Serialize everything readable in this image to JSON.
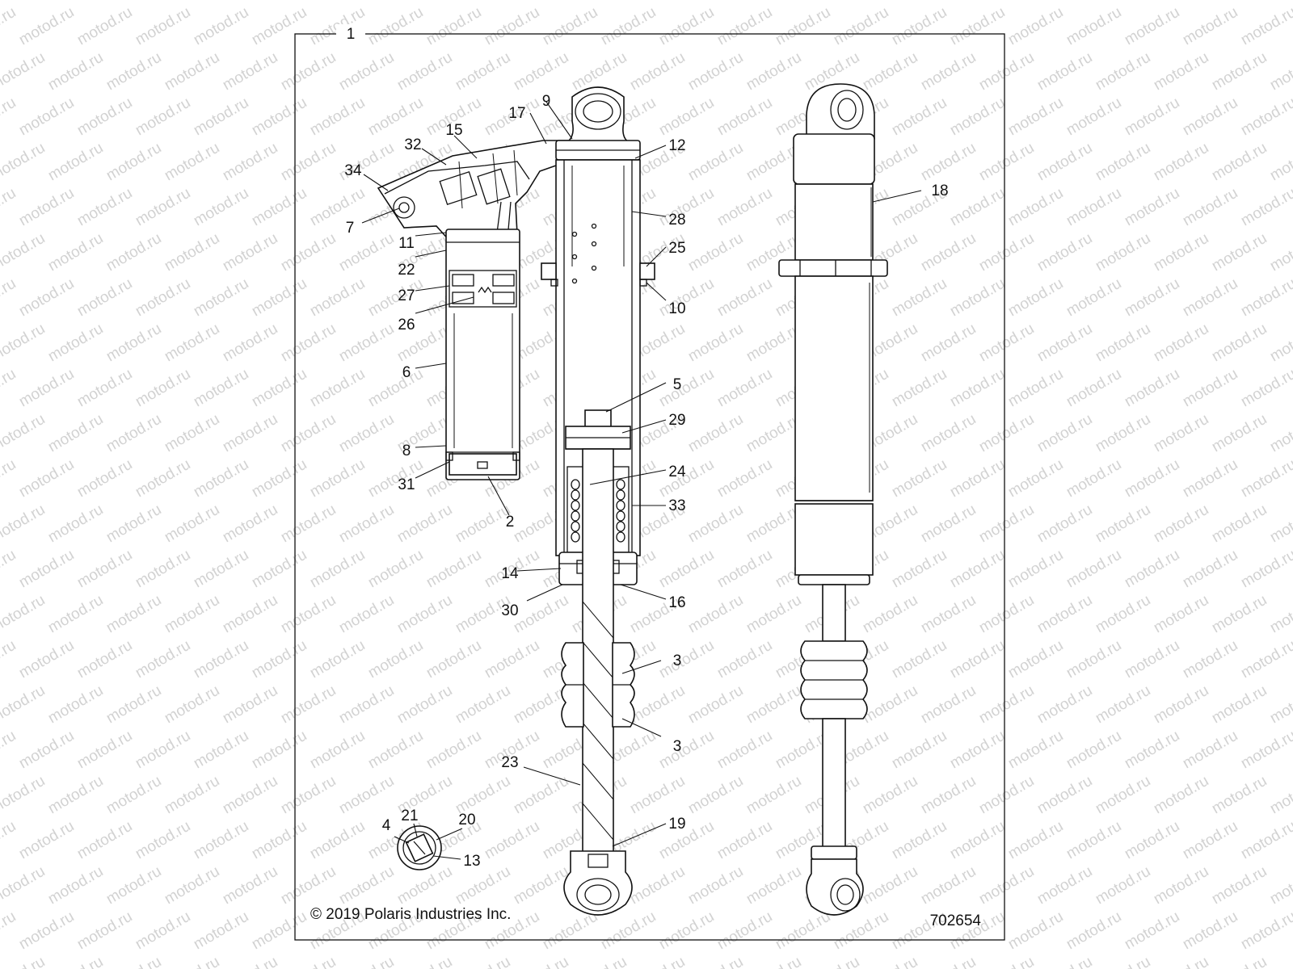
{
  "diagram": {
    "watermark": "motod.ru",
    "copyright": "© 2019 Polaris Industries Inc.",
    "figure_number": "702654",
    "frame_callout": "1",
    "callouts": [
      "9",
      "17",
      "15",
      "32",
      "34",
      "7",
      "11",
      "22",
      "27",
      "26",
      "6",
      "8",
      "31",
      "2",
      "12",
      "28",
      "25",
      "10",
      "5",
      "29",
      "24",
      "33",
      "14",
      "30",
      "16",
      "3",
      "3",
      "23",
      "19",
      "18",
      "4",
      "21",
      "20",
      "13"
    ]
  }
}
